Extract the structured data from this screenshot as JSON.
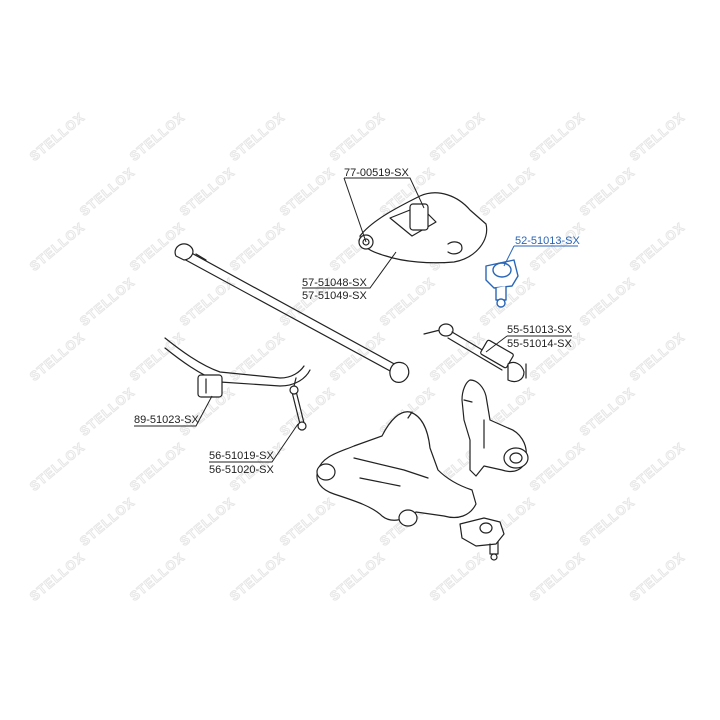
{
  "watermark": {
    "text": "STELLOX"
  },
  "colors": {
    "highlight": "#2a66b8",
    "ink": "#222222",
    "watermark": "#e6e6e6"
  },
  "labels": {
    "upper_arm_bushing": "77-00519-SX",
    "upper_arm_left": "57-51048-SX",
    "upper_arm_right": "57-51049-SX",
    "ball_joint_upper": "52-51013-SX",
    "tie_rod_left": "55-51013-SX",
    "tie_rod_right": "55-51014-SX",
    "stab_bushing": "89-51023-SX",
    "stab_link_left": "56-51019-SX",
    "stab_link_right": "56-51020-SX"
  }
}
